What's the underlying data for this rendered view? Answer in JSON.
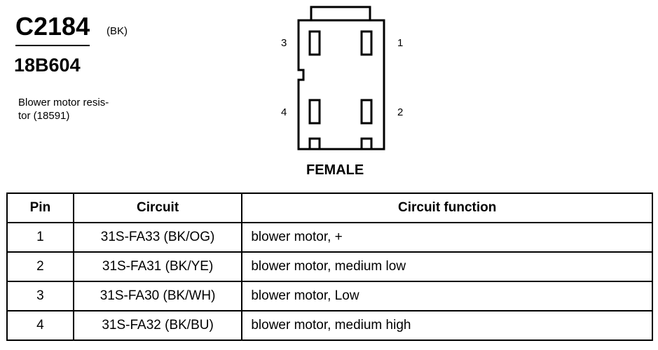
{
  "header": {
    "connector_id": "C2184",
    "color_code": "(BK)",
    "part_number": "18B604",
    "description_line1": "Blower motor resis-",
    "description_line2": "tor (18591)"
  },
  "diagram": {
    "caption": "FEMALE",
    "pin_labels": {
      "p1": "1",
      "p2": "2",
      "p3": "3",
      "p4": "4"
    }
  },
  "table": {
    "headers": {
      "pin": "Pin",
      "circuit": "Circuit",
      "function": "Circuit function"
    },
    "rows": [
      {
        "pin": "1",
        "circuit": "31S-FA33 (BK/OG)",
        "function": "blower motor, +"
      },
      {
        "pin": "2",
        "circuit": "31S-FA31 (BK/YE)",
        "function": "blower motor, medium low"
      },
      {
        "pin": "3",
        "circuit": "31S-FA30 (BK/WH)",
        "function": "blower motor, Low"
      },
      {
        "pin": "4",
        "circuit": "31S-FA32 (BK/BU)",
        "function": "blower motor, medium high"
      }
    ]
  }
}
